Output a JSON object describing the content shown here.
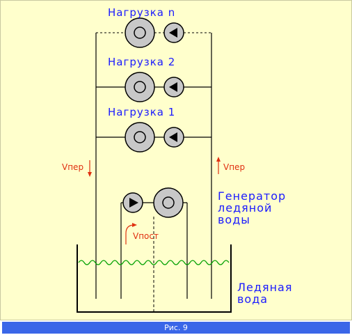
{
  "loads": [
    {
      "label": "Нагрузка  n"
    },
    {
      "label": "Нагрузка  2"
    },
    {
      "label": "Нагрузка  1"
    }
  ],
  "flows": {
    "supply_label": "Vпер",
    "return_label": "Vпер",
    "recirc_label": "Vпост"
  },
  "generator": {
    "label": "Генератор\nледяной\nводы"
  },
  "tank": {
    "label": "Ледяная\nвода"
  },
  "caption": "Рис. 9",
  "colors": {
    "background": "#ffffcc",
    "text_blue": "#1a1aff",
    "text_red": "#e03010",
    "water_green": "#00a000",
    "caption_bar": "#3a66e8",
    "unit_fill": "#c8c8c8"
  }
}
